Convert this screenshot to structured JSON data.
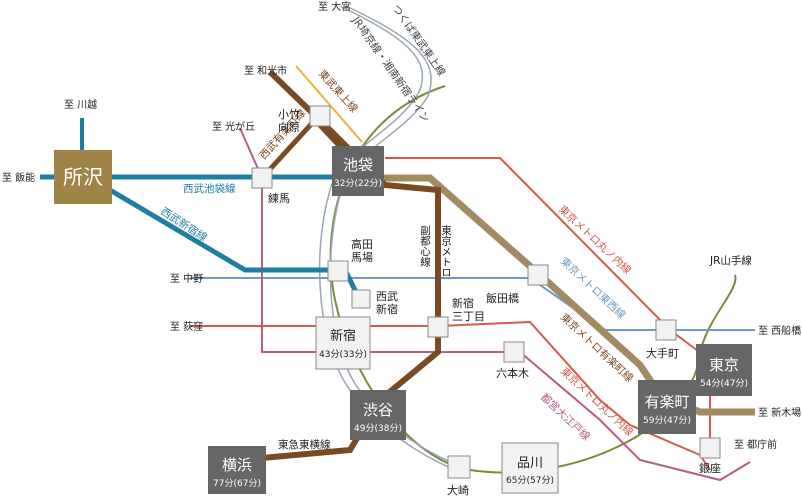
{
  "destinations": {
    "omiya": "至 大宮",
    "wakoshi": "至 和光市",
    "kawagoe": "至 川越",
    "hikarigaoka": "至 光が丘",
    "hanno": "至 飯能",
    "nakano": "至 中野",
    "ogikubo": "至 荻窪",
    "nishifunabashi": "至 西船橋",
    "shinkiba": "至 新木場",
    "tochomae": "至 都庁前"
  },
  "lines": {
    "tj_line": "つくば東武東上線",
    "jr_saikyo": "JR埼京線・湘南新宿ライン",
    "tobu_tojo": "東武東上線",
    "seibu_yurakucho": "西武有楽町線",
    "seibu_ikebukuro": "西武池袋線",
    "seibu_shinjuku": "西武新宿線",
    "fukutoshin": "副都心線",
    "tokyo_metro": "東京メトロ",
    "marunouchi_1": "東京メトロ丸ノ内線",
    "tozai": "東京メトロ東西線",
    "yurakucho": "東京メトロ有楽町線",
    "marunouchi_2": "東京メトロ丸ノ内線",
    "oedo": "都営大江戸線",
    "yamanote": "JR山手線",
    "toyoko": "東急東横線"
  },
  "stations": {
    "tokorozawa": "所沢",
    "ikebukuro": {
      "name": "池袋",
      "time": "32分(22分)"
    },
    "kotakemukaihara": [
      "小竹",
      "向原"
    ],
    "nerima": "練馬",
    "takadanobaba": [
      "高田",
      "馬場"
    ],
    "seibushinjuku": [
      "西武",
      "新宿"
    ],
    "iidabashi": "飯田橋",
    "shinjukusanchome": [
      "新宿",
      "三丁目"
    ],
    "shinjuku": {
      "name": "新宿",
      "time": "43分(33分)"
    },
    "roppongi": "六本木",
    "otemachi": "大手町",
    "tokyo": {
      "name": "東京",
      "time": "54分(47分)"
    },
    "yurakucho": {
      "name": "有楽町",
      "time": "59分(47分)"
    },
    "ginza": "銀座",
    "shibuya": {
      "name": "渋谷",
      "time": "49分(38分)"
    },
    "yokohama": {
      "name": "横浜",
      "time": "77分(67分)"
    },
    "osaki": "大崎",
    "shinagawa": {
      "name": "品川",
      "time": "65分(57分)"
    }
  },
  "colors": {
    "seibu_blue": "#1f7ea1",
    "brown_line": "#7a4a23",
    "tan_line": "#a38a63",
    "red_line": "#d45a4b",
    "lightblue_line": "#6f9bc0",
    "pink_line": "#b85a8a",
    "yamanote": "#7a8a3a",
    "tokorozawa_box": "#9e8547",
    "dark_box": "#666666",
    "yellow_line": "#e8b43a",
    "grey_line": "#999999"
  }
}
